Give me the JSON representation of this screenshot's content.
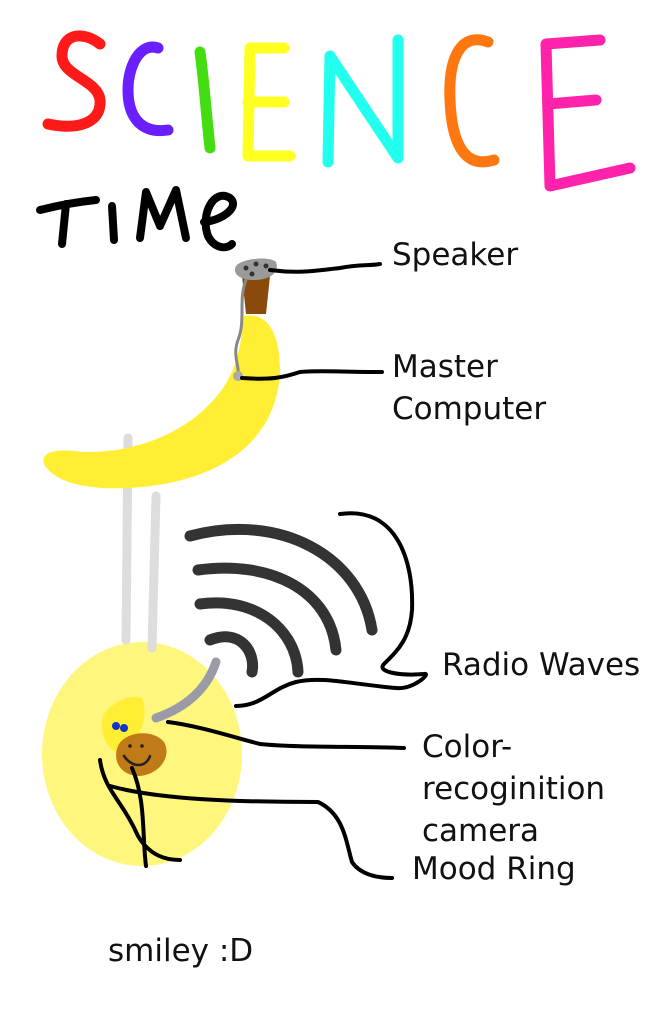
{
  "title": {
    "letters": [
      {
        "char": "S",
        "color": "#ff1a1a"
      },
      {
        "char": "C",
        "color": "#6a1fff"
      },
      {
        "char": "I",
        "color": "#44dd11"
      },
      {
        "char": "E",
        "color": "#ffff22"
      },
      {
        "char": "N",
        "color": "#22ffee"
      },
      {
        "char": "C",
        "color": "#ff7711"
      },
      {
        "char": "E",
        "color": "#ff22aa"
      }
    ],
    "subtitle": "TIME",
    "subtitle_color": "#000000"
  },
  "labels": {
    "speaker": "Speaker",
    "master_computer": [
      "Master",
      "Computer"
    ],
    "radio_waves": "Radio Waves",
    "camera": [
      "Color-",
      "recoginition",
      "camera"
    ],
    "mood_ring": "Mood Ring",
    "smiley": "smiley :D"
  },
  "colors": {
    "banana": "#ffee33",
    "glow": "#fff566",
    "speaker_body": "#8a4a0c",
    "speaker_top": "#9a9a9a",
    "waves": "#333333",
    "leader_lines": "#000000",
    "signal_link": "#dddddd",
    "camera": "#9a9aa8",
    "smiley_face": "#c07a18",
    "eyes": "#1133cc"
  }
}
